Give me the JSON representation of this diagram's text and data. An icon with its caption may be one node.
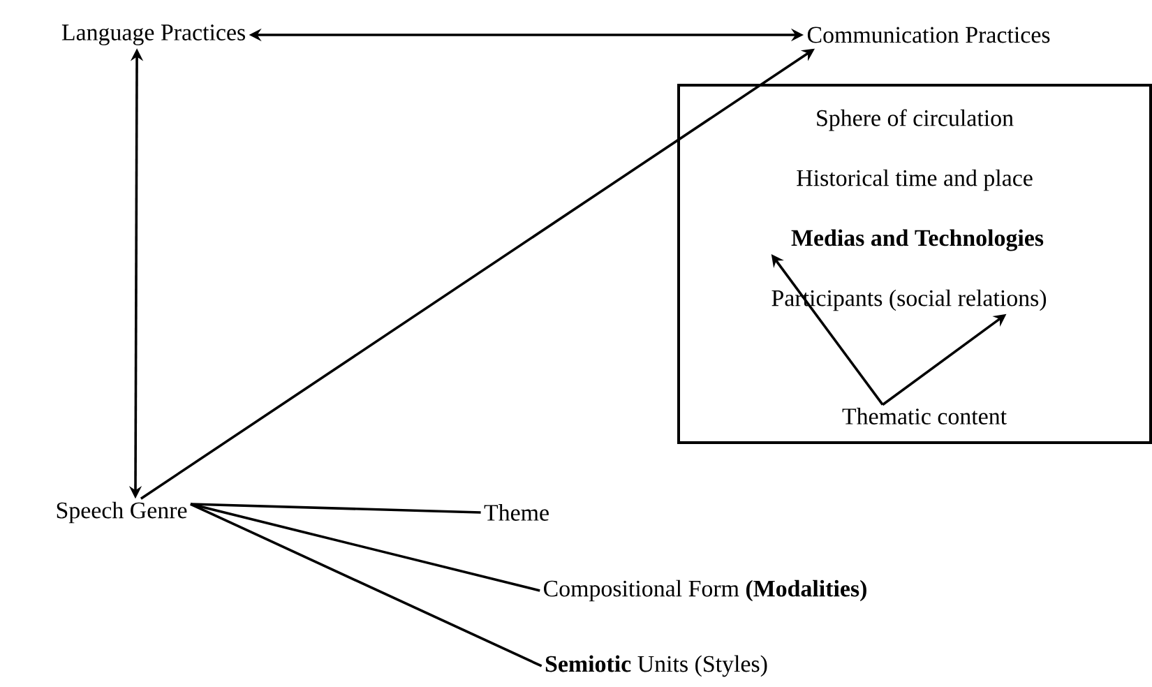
{
  "diagram": {
    "nodes": [
      {
        "text": [
          "Language Practices"
        ]
      },
      {
        "text": [
          "Communication Practices"
        ]
      },
      {
        "text": [],
        "shape": "box"
      },
      {
        "text": [
          "Sphere of circulation"
        ],
        "in": 2
      },
      {
        "text": [
          "Historical time and place"
        ],
        "in": 2
      },
      {
        "text": [
          "Medias and Technologies"
        ],
        "in": 2
      },
      {
        "text": [
          "Participants (social relations)"
        ],
        "in": 2
      },
      {
        "text": [
          "Thematic content"
        ],
        "in": 2
      },
      {
        "text": [
          "Speech Genre"
        ]
      },
      {
        "text": [
          "Theme"
        ]
      },
      {
        "text": [
          "Compositional Form **(Modalities)**"
        ]
      },
      {
        "text": [
          "**Semiotic** Units (Styles)"
        ]
      }
    ],
    "edges": [
      {
        "from": 0,
        "to": 1,
        "arrow": "both"
      },
      {
        "from": 0,
        "to": 8,
        "arrow": "both"
      },
      {
        "from": 8,
        "to": 1,
        "arrow": "to"
      },
      {
        "from": 7,
        "to": 5,
        "arrow": "to"
      },
      {
        "from": 7,
        "to": 6,
        "arrow": "to"
      },
      {
        "from": 8,
        "to": 9,
        "arrow": "none"
      },
      {
        "from": 8,
        "to": 10,
        "arrow": "none"
      },
      {
        "from": 8,
        "to": 11,
        "arrow": "none"
      }
    ]
  }
}
